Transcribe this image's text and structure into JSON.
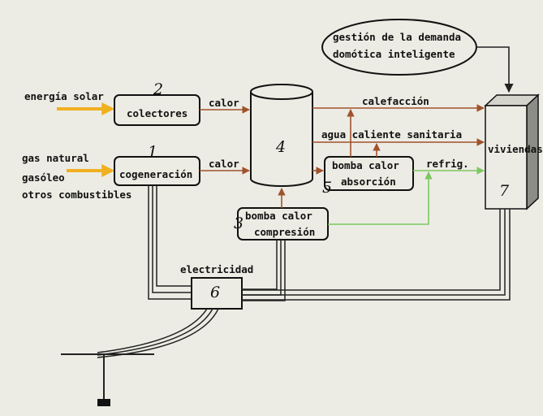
{
  "nodes": {
    "solar_source": "energía solar",
    "fuel_source_1": "gas natural",
    "fuel_source_2": "gasóleo",
    "fuel_source_3": "otros combustibles",
    "collectors": {
      "number": "2",
      "label": "colectores"
    },
    "cogeneration": {
      "number": "1",
      "label": "cogeneración"
    },
    "storage": {
      "number": "4"
    },
    "absorption_pump": {
      "number": "5",
      "label_1": "bomba calor",
      "label_2": "absorción"
    },
    "compression_pump": {
      "number": "3",
      "label_1": "bomba calor",
      "label_2": "compresión"
    },
    "electric_hub": {
      "number": "6"
    },
    "dwellings": {
      "number": "7",
      "label": "viviendas"
    },
    "demand_management": {
      "line_1": "gestión de la demanda",
      "line_2": "domótica inteligente"
    }
  },
  "flows": {
    "heat_from_collectors": "calor",
    "heat_from_cogeneration": "calor",
    "heating": "calefacción",
    "hot_water": "agua caliente sanitaria",
    "cooling": "refrig.",
    "electricity": "electricidad"
  },
  "colors": {
    "heat_flow": "#a0522d",
    "cooling_flow": "#7cc860",
    "solar_input": "#f0b020",
    "electric_line": "#222222",
    "background": "#ecece4"
  }
}
